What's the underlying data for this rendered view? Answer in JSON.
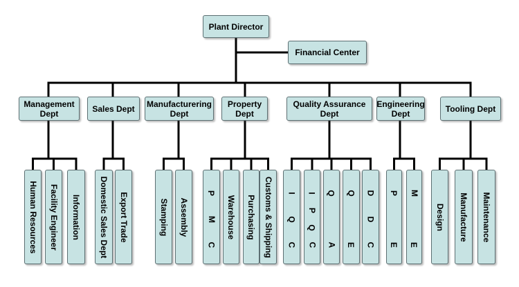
{
  "colors": {
    "box_fill": "#c7e3e3",
    "box_border": "#5c6f72",
    "connector": "#000000"
  },
  "top": {
    "director": "Plant Director",
    "financial": "Financial Center"
  },
  "departments": [
    {
      "label": "Management Dept",
      "units": [
        "Human Resources",
        "Facility Engineer",
        "Information"
      ]
    },
    {
      "label": "Sales Dept",
      "units": [
        "Domestic Sales Dept",
        "Export Trade"
      ]
    },
    {
      "label": "Manufacturering Dept",
      "units": [
        "Stamping",
        "Assembly"
      ]
    },
    {
      "label": "Property Dept",
      "units": [
        "P M C",
        "Warehouse",
        "Purchasing",
        "Customs & Shipping"
      ]
    },
    {
      "label": "Quality Assurance Dept",
      "units": [
        "I Q C",
        "I P Q C",
        "Q A",
        "Q E",
        "D D C"
      ]
    },
    {
      "label": "Engineering Dept",
      "units": [
        "P E",
        "M E"
      ]
    },
    {
      "label": "Tooling Dept",
      "units": [
        "Design",
        "Manufacture",
        "Maintenance"
      ]
    }
  ]
}
